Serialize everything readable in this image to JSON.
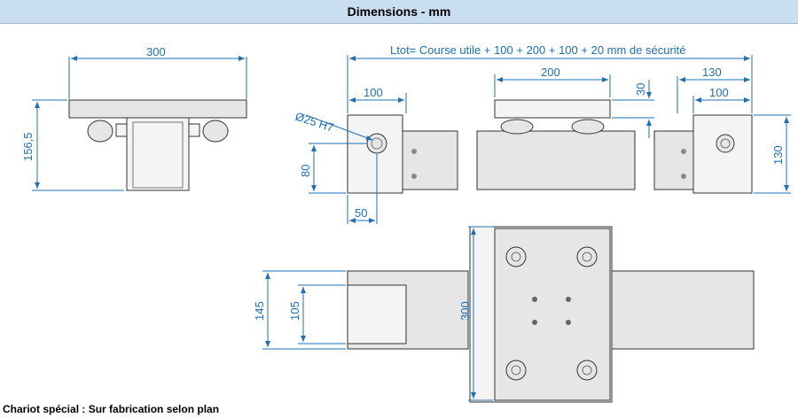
{
  "header": {
    "title": "Dimensions - mm"
  },
  "footer": {
    "note": "Chariot spécial : Sur fabrication selon plan"
  },
  "dimensions": {
    "side_width": "300",
    "side_height": "156,5",
    "ltot_formula": "Ltot= Course utile + 100 + 200 + 100 + 20 mm de sécurité",
    "left_block": "100",
    "bore": "Ø25 H7",
    "shaft_height": "80",
    "shaft_offset": "50",
    "carriage_length": "200",
    "carriage_height": "30",
    "right_outer": "130",
    "right_inner": "100",
    "end_height": "130",
    "rail_height_outer": "145",
    "rail_height_inner": "105",
    "plate_width": "300"
  },
  "colors": {
    "header_bg": "#c9def1",
    "dimension": "#1f6fb2",
    "outline": "#333333"
  }
}
